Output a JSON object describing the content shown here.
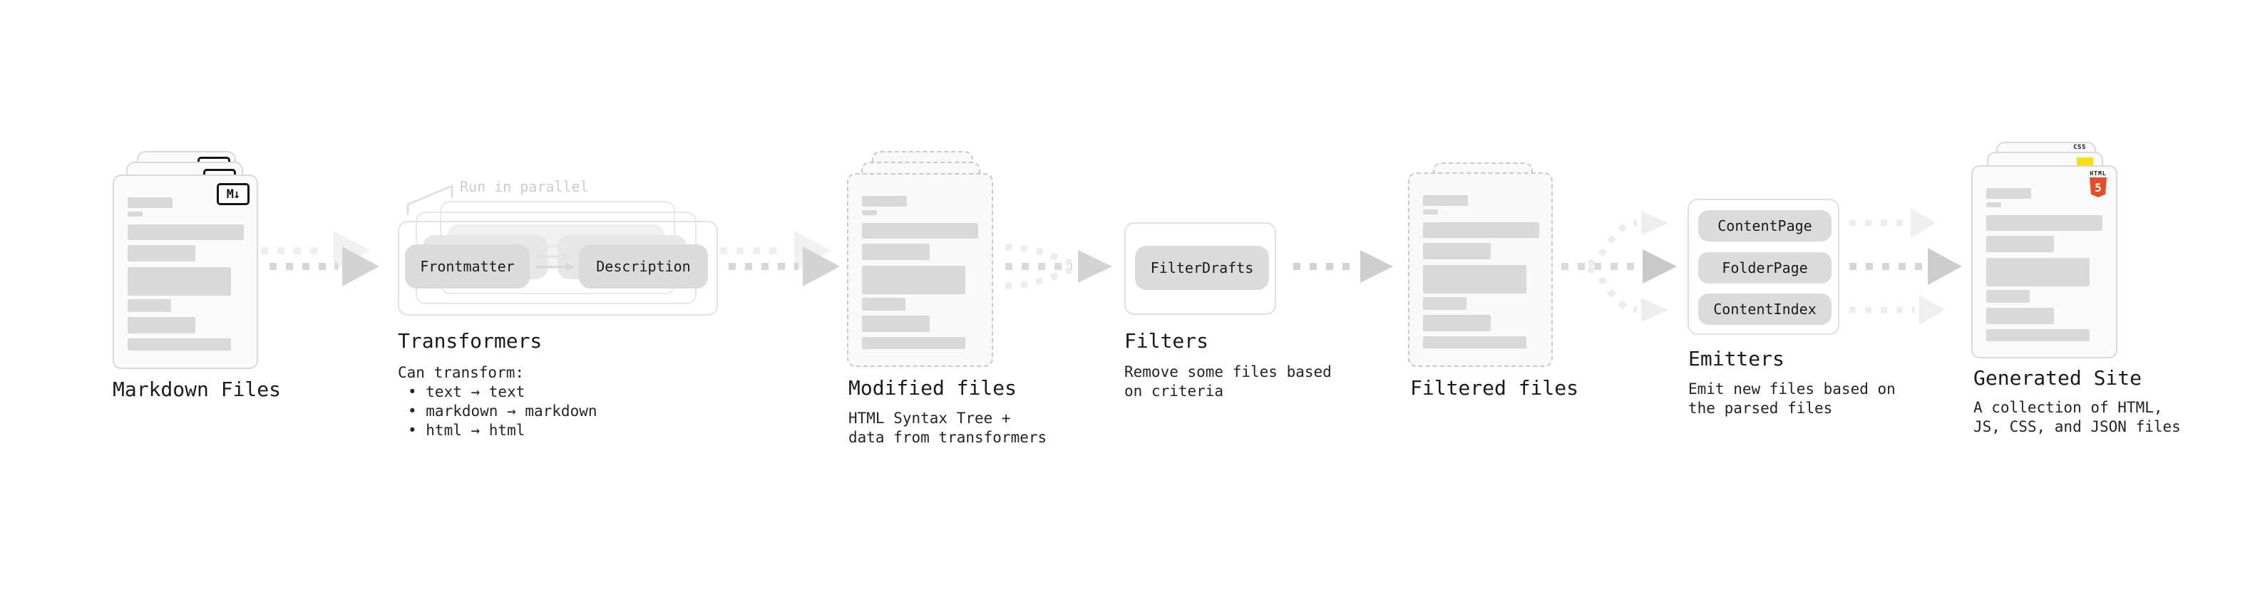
{
  "diagram": {
    "stages": {
      "markdown": {
        "label": "Markdown Files",
        "badge": "M↓"
      },
      "transformers": {
        "label": "Transformers",
        "note": "Run in parallel",
        "pills": [
          "Frontmatter",
          "Description"
        ],
        "desc_title": "Can transform:",
        "bullets": [
          "• text → text",
          "• markdown → markdown",
          "• html → html"
        ]
      },
      "modified": {
        "label": "Modified files",
        "sublabel": "HTML Syntax Tree +\ndata from transformers"
      },
      "filters": {
        "label": "Filters",
        "pills": [
          "FilterDrafts"
        ],
        "sublabel": "Remove some files based\non criteria"
      },
      "filtered": {
        "label": "Filtered files"
      },
      "emitters": {
        "label": "Emitters",
        "pills": [
          "ContentPage",
          "FolderPage",
          "ContentIndex"
        ],
        "sublabel": "Emit new files based on\nthe parsed files"
      },
      "generated": {
        "label": "Generated Site",
        "sublabel": "A collection of HTML,\nJS, CSS, and JSON files",
        "badges": {
          "css_word": "CSS",
          "html5_word": "HTML",
          "html5_number": "5"
        }
      }
    },
    "colors": {
      "html5_orange": "#e44d26",
      "js_yellow": "#ffdf00",
      "css_blue": "#2e62f6",
      "arrow_dark": "#d3d3d3",
      "arrow_light": "#ededed"
    }
  }
}
